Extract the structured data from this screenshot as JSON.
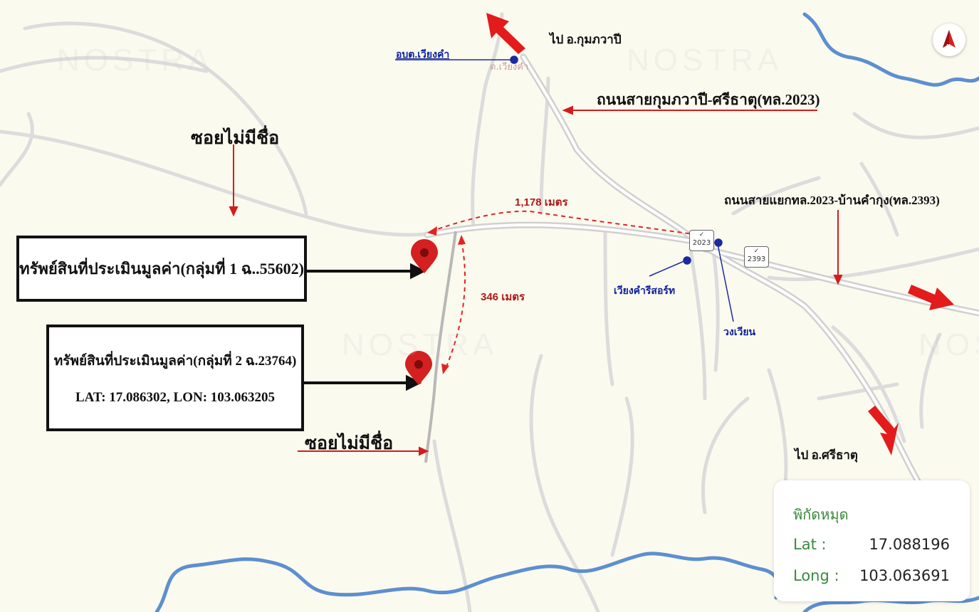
{
  "watermark": "NOSTRA",
  "labels": {
    "to_kumphawapi": "ไป อ.กุมภวาปี",
    "to_si_that": "ไป อ.ศรีธาตุ",
    "road_2023": "ถนนสายกุมภวาปี-ศรีธาตุ(ทล.2023)",
    "road_2393": "ถนนสายแยกทล.2023-บ้านคำกุง(ทล.2393)",
    "soi_top": "ซอยไม่มีชื่อ",
    "soi_bottom": "ซอยไม่มีชื่อ",
    "dist_1178": "1,178 เมตร",
    "dist_346": "346 เมตร"
  },
  "pois": {
    "obt": "อบต.เวียงคำ",
    "t_wiang_kham": "ต.เวียงคำ",
    "resort": "เวียงคำรีสอร์ท",
    "roundabout": "วงเวียน"
  },
  "shields": {
    "r2023": "2023",
    "r2393": "2393"
  },
  "property_1": {
    "title": "ทรัพย์สินที่ประเมินมูลค่า(กลุ่มที่ 1 ฉ..55602)"
  },
  "property_2": {
    "title": "ทรัพย์สินที่ประเมินมูลค่า(กลุ่มที่ 2 ฉ.23764)",
    "coords": "LAT: 17.086302, LON: 103.063205"
  },
  "coord_panel": {
    "title": "พิกัดหมุด",
    "lat_label": "Lat :",
    "lat_value": "17.088196",
    "lon_label": "Long :",
    "lon_value": "103.063691"
  },
  "compass_letter": "N",
  "colors": {
    "background": "#fbfaef",
    "road": "#d6d6d6",
    "river": "#5d8fd0",
    "arrow_red": "#e31b1b",
    "pin_red": "#d42020",
    "poi_blue": "#0b1f9a"
  }
}
